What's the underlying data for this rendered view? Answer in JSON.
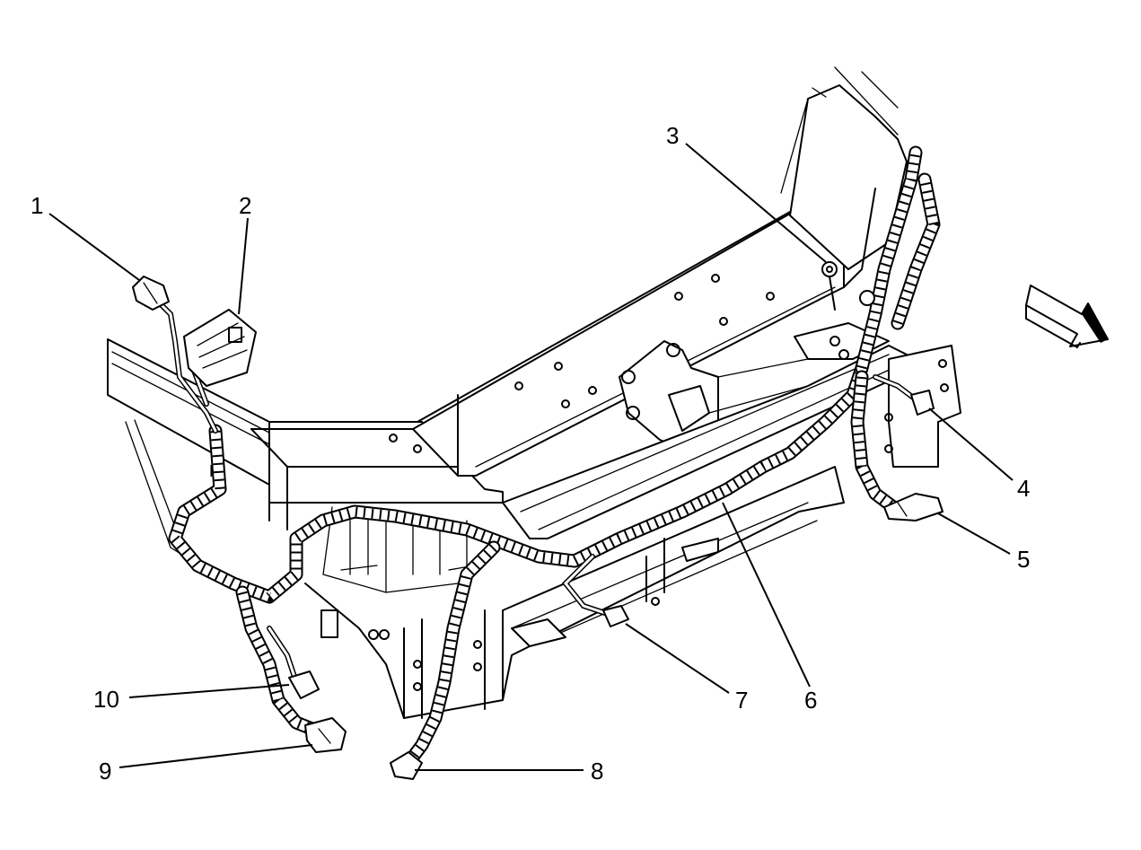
{
  "diagram": {
    "callouts": [
      {
        "id": "1",
        "label": "1"
      },
      {
        "id": "2",
        "label": "2"
      },
      {
        "id": "3",
        "label": "3"
      },
      {
        "id": "4",
        "label": "4"
      },
      {
        "id": "5",
        "label": "5"
      },
      {
        "id": "6",
        "label": "6"
      },
      {
        "id": "7",
        "label": "7"
      },
      {
        "id": "8",
        "label": "8"
      },
      {
        "id": "9",
        "label": "9"
      },
      {
        "id": "10",
        "label": "10"
      }
    ],
    "direction_arrow_icon": "forward-arrow-icon",
    "frame_marking": "H"
  }
}
